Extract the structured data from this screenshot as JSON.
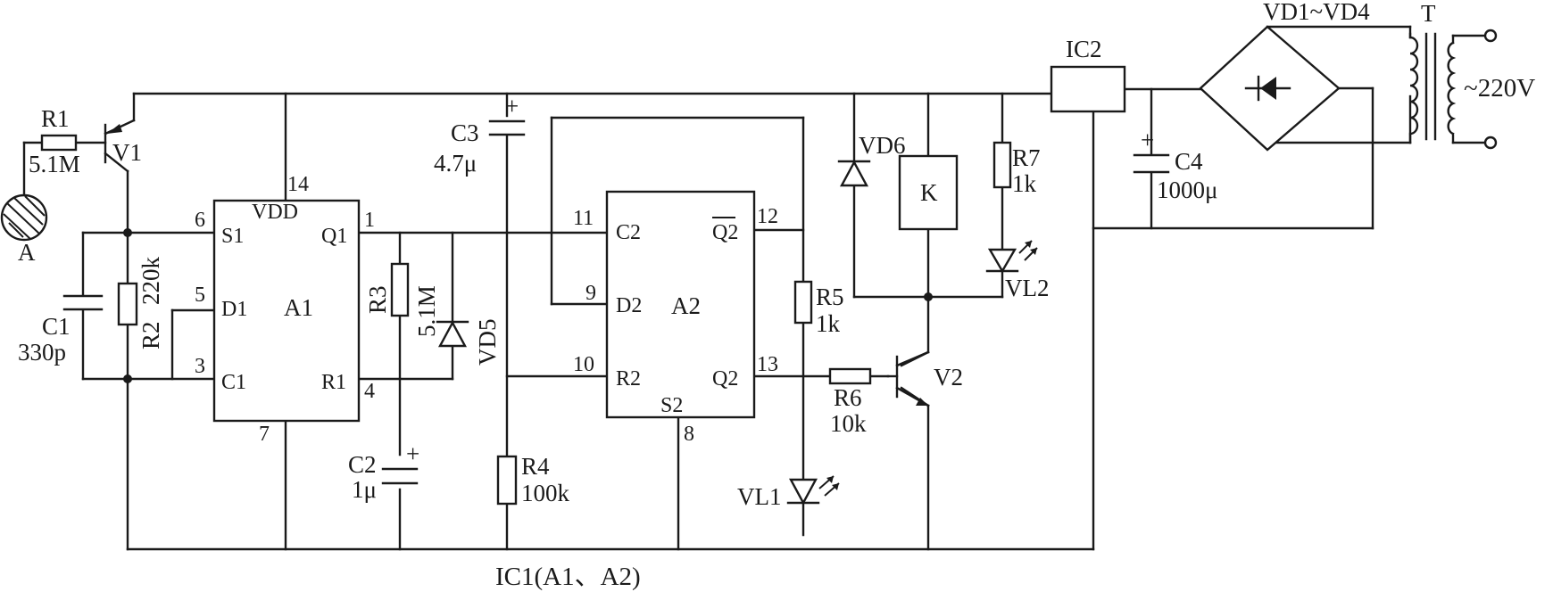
{
  "a1": {
    "name": "A1",
    "s": "S1",
    "d": "D1",
    "c": "C1",
    "q": "Q1",
    "r": "R1",
    "vdd": "VDD",
    "p6": "6",
    "p5": "5",
    "p3": "3",
    "p1": "1",
    "p4": "4",
    "p14": "14",
    "p7": "7"
  },
  "a2": {
    "name": "A2",
    "c": "C2",
    "d": "D2",
    "r": "R2",
    "qbar": "Q2",
    "q": "Q2",
    "s": "S2",
    "p11": "11",
    "p9": "9",
    "p10": "10",
    "p12": "12",
    "p13": "13",
    "p8": "8"
  },
  "r1": {
    "name": "R1",
    "value": "5.1M"
  },
  "r2": {
    "name": "R2",
    "value": "220k"
  },
  "r3": {
    "name": "R3",
    "value": "5.1M"
  },
  "r4": {
    "name": "R4",
    "value": "100k"
  },
  "r5": {
    "name": "R5",
    "value": "1k"
  },
  "r6": {
    "name": "R6",
    "value": "10k"
  },
  "r7": {
    "name": "R7",
    "value": "1k"
  },
  "c1": {
    "name": "C1",
    "value": "330p"
  },
  "c2": {
    "name": "C2",
    "value": "1μ"
  },
  "c3": {
    "name": "C3",
    "value": "4.7μ"
  },
  "c4": {
    "name": "C4",
    "value": "1000μ"
  },
  "v1": "V1",
  "v2": "V2",
  "vd5": "VD5",
  "vd6": "VD6",
  "vl1": "VL1",
  "vl2": "VL2",
  "relay": "K",
  "ic2": "IC2",
  "bridge": "VD1~VD4",
  "transformer": "T",
  "mains": "~220V",
  "sensor": "A",
  "ic1_caption": "IC1(A1、A2)"
}
